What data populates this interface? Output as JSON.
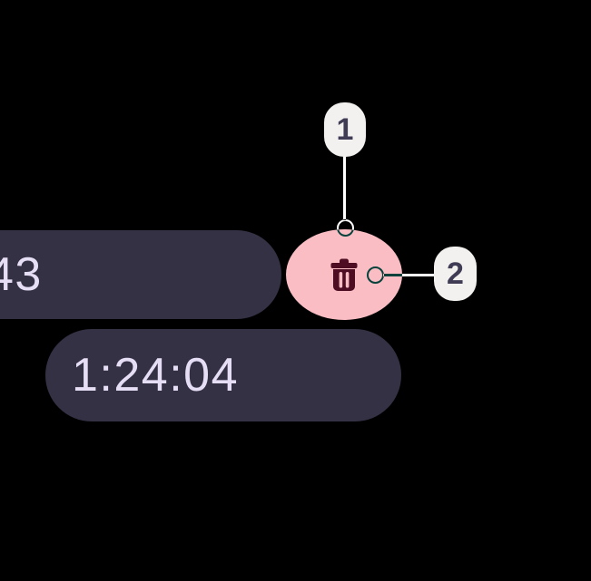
{
  "screen": {
    "background_color": "#000000"
  },
  "stopwatch": {
    "elapsed_time_fragment": "43",
    "pill_color": "#353145",
    "text_color": "#e6def4"
  },
  "delete_button": {
    "icon": "trash-icon",
    "background_color": "#f9bdc3",
    "icon_color": "#4e0d22"
  },
  "timer": {
    "time": "1:24:04",
    "pill_color": "#353145",
    "text_color": "#e6def4"
  },
  "callouts": {
    "badge_color": "#f2f1ef",
    "badge_text_color": "#403c55",
    "line_color": "#ffffff",
    "items": [
      {
        "label": "1"
      },
      {
        "label": "2"
      }
    ]
  }
}
